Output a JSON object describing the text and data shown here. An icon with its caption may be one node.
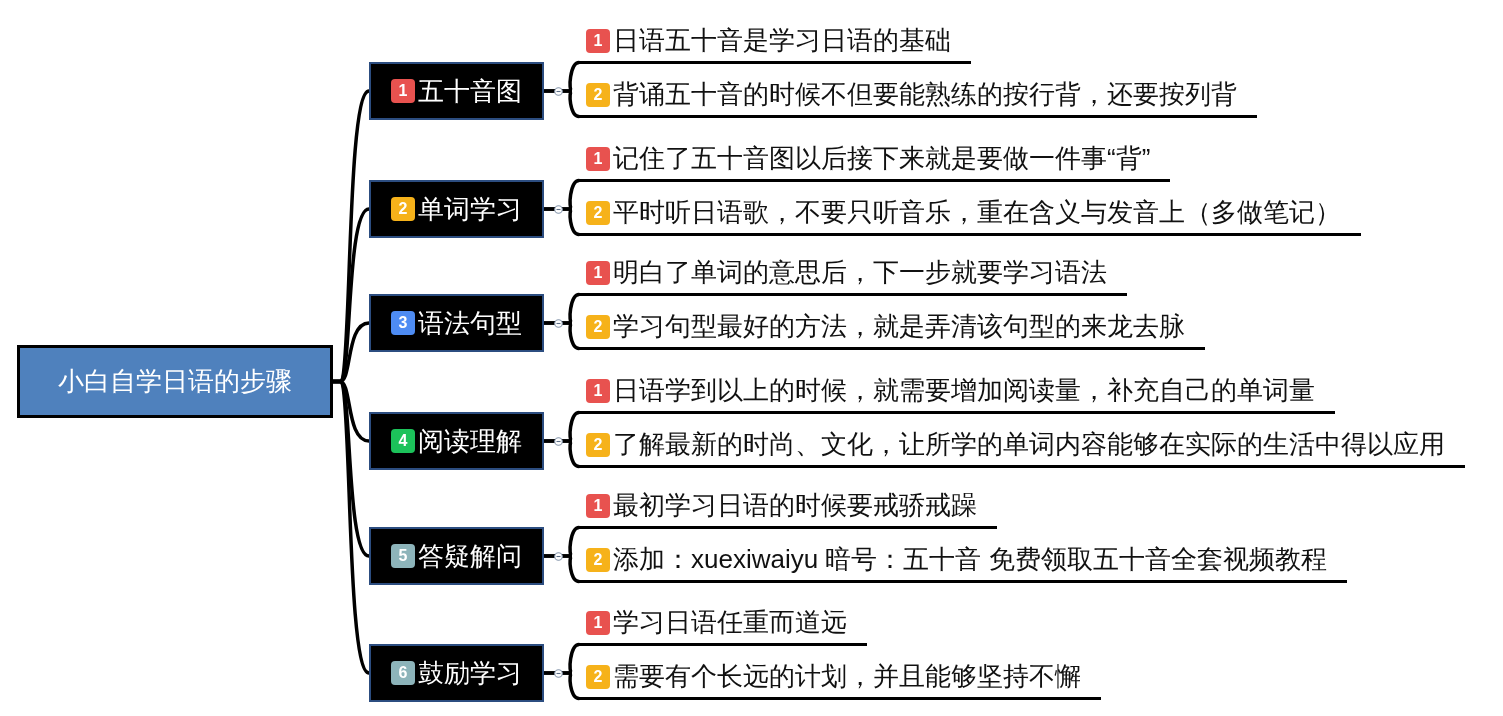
{
  "diagram": {
    "nodes": [
      {
        "text": [
          "小白自学日语的步骤"
        ]
      },
      {
        "text": [
          "1",
          "五十音图"
        ]
      },
      {
        "text": [
          "1",
          "日语五十音是学习日语的基础"
        ]
      },
      {
        "text": [
          "2",
          "背诵五十音的时候不但要能熟练的按行背，还要按列背"
        ]
      },
      {
        "text": [
          "2",
          "单词学习"
        ]
      },
      {
        "text": [
          "1",
          "记住了五十音图以后接下来就是要做一件事“背”"
        ]
      },
      {
        "text": [
          "2",
          "平时听日语歌，不要只听音乐，重在含义与发音上（多做笔记）"
        ]
      },
      {
        "text": [
          "3",
          "语法句型"
        ]
      },
      {
        "text": [
          "1",
          "明白了单词的意思后，下一步就要学习语法"
        ]
      },
      {
        "text": [
          "2",
          "学习句型最好的方法，就是弄清该句型的来龙去脉"
        ]
      },
      {
        "text": [
          "4",
          "阅读理解"
        ]
      },
      {
        "text": [
          "1",
          "日语学到以上的时候，就需要增加阅读量，补充自己的单词量"
        ]
      },
      {
        "text": [
          "2",
          "了解最新的时尚、文化，让所学的单词内容能够在实际的生活中得以应用"
        ]
      },
      {
        "text": [
          "5",
          "答疑解问"
        ]
      },
      {
        "text": [
          "1",
          "最初学习日语的时候要戒骄戒躁"
        ]
      },
      {
        "text": [
          "2",
          "添加：xuexiwaiyu 暗号：五十音 免费领取五十音全套视频教程"
        ]
      },
      {
        "text": [
          "6",
          "鼓励学习"
        ]
      },
      {
        "text": [
          "1",
          "学习日语任重而道远"
        ]
      },
      {
        "text": [
          "2",
          "需要有个长远的计划，并且能够坚持不懈"
        ]
      }
    ],
    "edges": [
      {
        "from": 0,
        "to": 1,
        "arrow": "none"
      },
      {
        "from": 1,
        "to": 2,
        "arrow": "none"
      },
      {
        "from": 1,
        "to": 3,
        "arrow": "none"
      },
      {
        "from": 0,
        "to": 4,
        "arrow": "none"
      },
      {
        "from": 4,
        "to": 5,
        "arrow": "none"
      },
      {
        "from": 4,
        "to": 6,
        "arrow": "none"
      },
      {
        "from": 0,
        "to": 7,
        "arrow": "none"
      },
      {
        "from": 7,
        "to": 8,
        "arrow": "none"
      },
      {
        "from": 7,
        "to": 9,
        "arrow": "none"
      },
      {
        "from": 0,
        "to": 10,
        "arrow": "none"
      },
      {
        "from": 10,
        "to": 11,
        "arrow": "none"
      },
      {
        "from": 10,
        "to": 12,
        "arrow": "none"
      },
      {
        "from": 0,
        "to": 13,
        "arrow": "none"
      },
      {
        "from": 13,
        "to": 14,
        "arrow": "none"
      },
      {
        "from": 13,
        "to": 15,
        "arrow": "none"
      },
      {
        "from": 0,
        "to": 16,
        "arrow": "none"
      },
      {
        "from": 16,
        "to": 17,
        "arrow": "none"
      },
      {
        "from": 16,
        "to": 18,
        "arrow": "none"
      }
    ]
  }
}
